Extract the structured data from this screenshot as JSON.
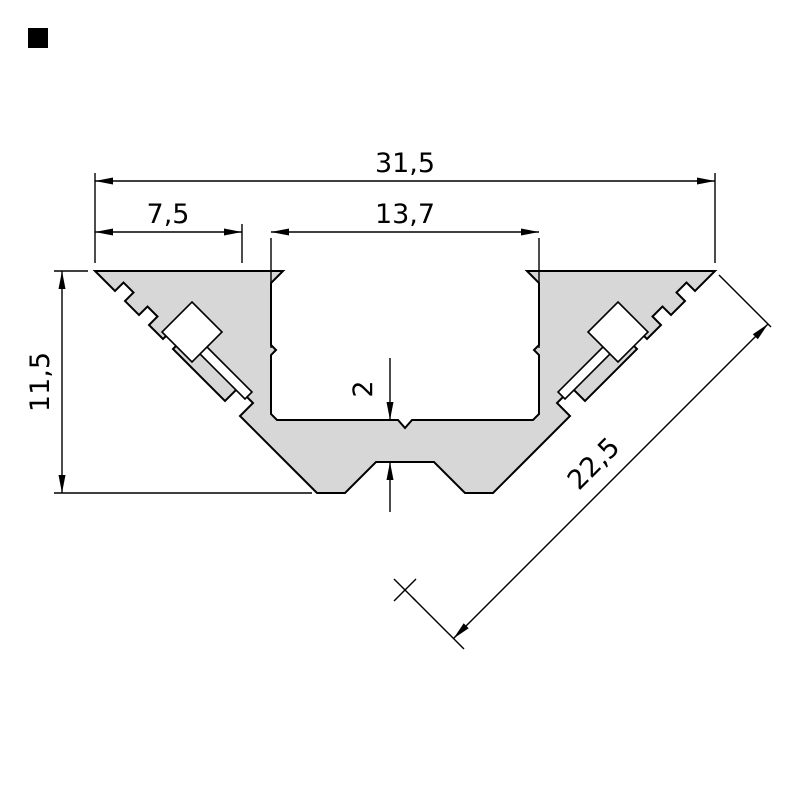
{
  "drawing": {
    "description": "Technical cross-section drawing of a 45-degree corner aluminium LED profile with dimension annotations",
    "colors": {
      "profile_fill": "#d7d7d7",
      "line": "#000000",
      "background": "#ffffff"
    },
    "icons": {
      "corner_square": "black-square-marker",
      "center_mark": "x-cross-center-mark"
    },
    "dimensions": {
      "total_width": "31,5",
      "left_offset": "7,5",
      "channel_width": "13,7",
      "height": "11,5",
      "wall_thickness": "2",
      "diagonal_face": "22,5"
    }
  }
}
